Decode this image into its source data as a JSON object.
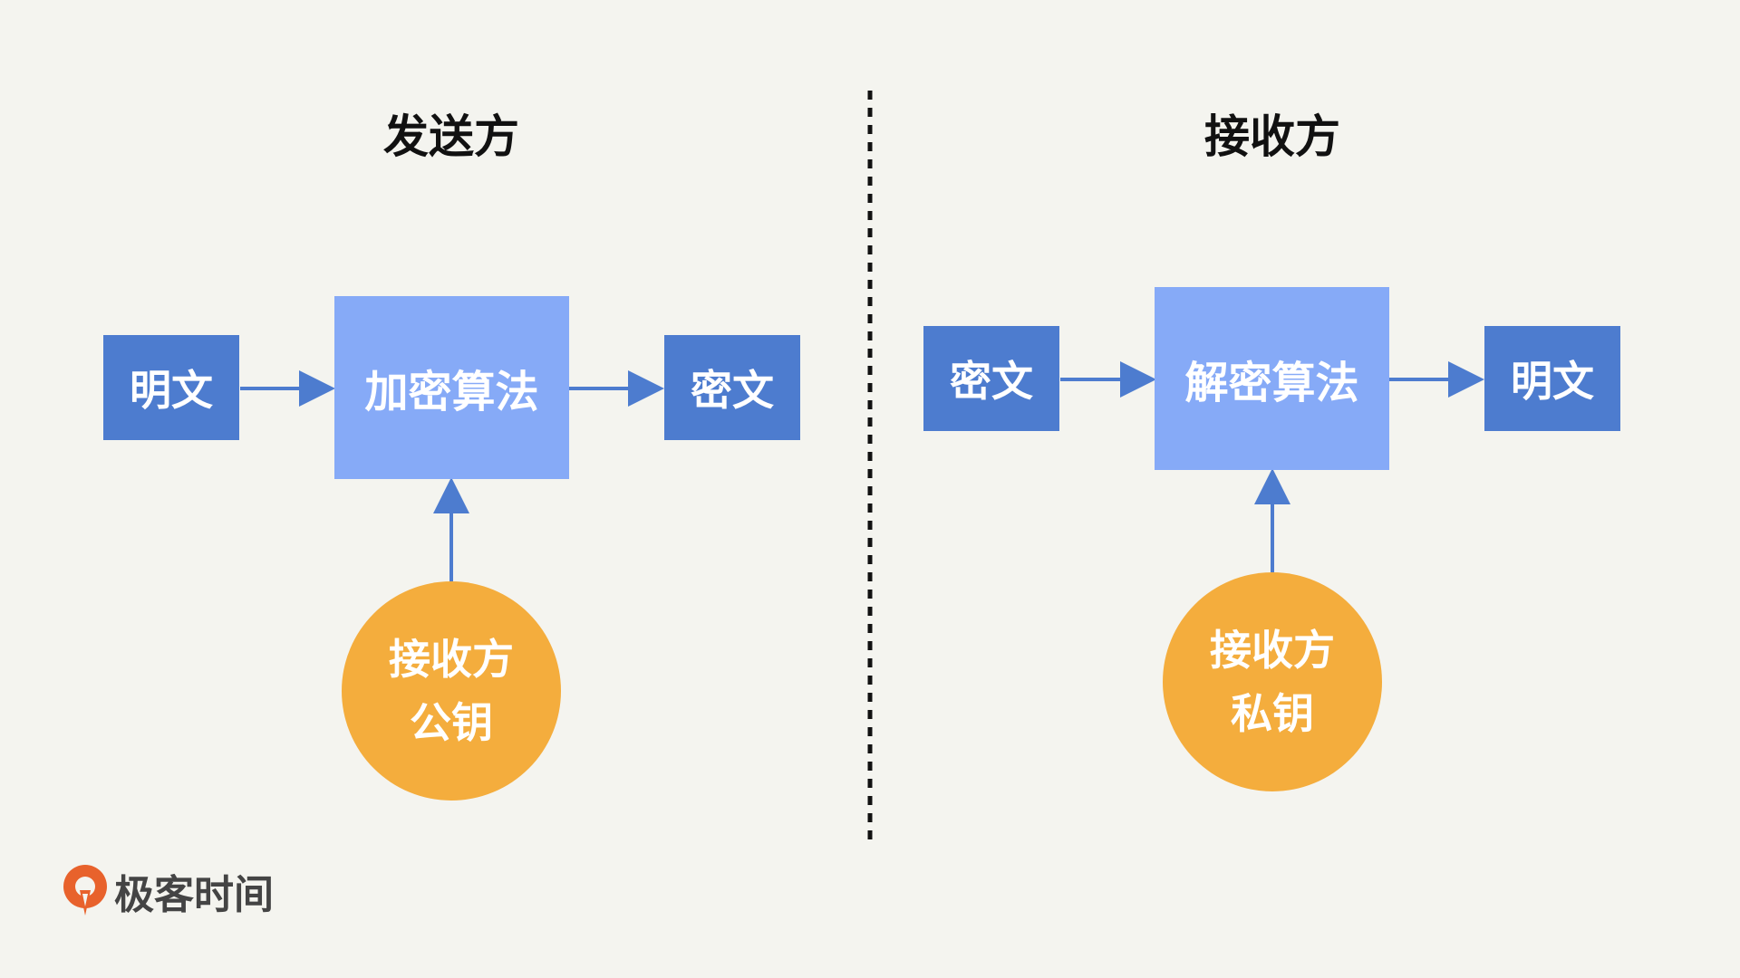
{
  "sender": {
    "title": "发送方",
    "plaintext": "明文",
    "algorithm": "加密算法",
    "ciphertext": "密文",
    "key_line1": "接收方",
    "key_line2": "公钥"
  },
  "receiver": {
    "title": "接收方",
    "ciphertext": "密文",
    "algorithm": "解密算法",
    "plaintext": "明文",
    "key_line1": "接收方",
    "key_line2": "私钥"
  },
  "brand": {
    "name": "极客时间",
    "logo_icon": "geektime-logo-icon"
  },
  "colors": {
    "background": "#f4f4ef",
    "small_box": "#4d7ccf",
    "big_box": "#86aaf7",
    "key_circle": "#f4ad3d",
    "arrow": "#4d7ccf",
    "brand": "#e8622c"
  }
}
